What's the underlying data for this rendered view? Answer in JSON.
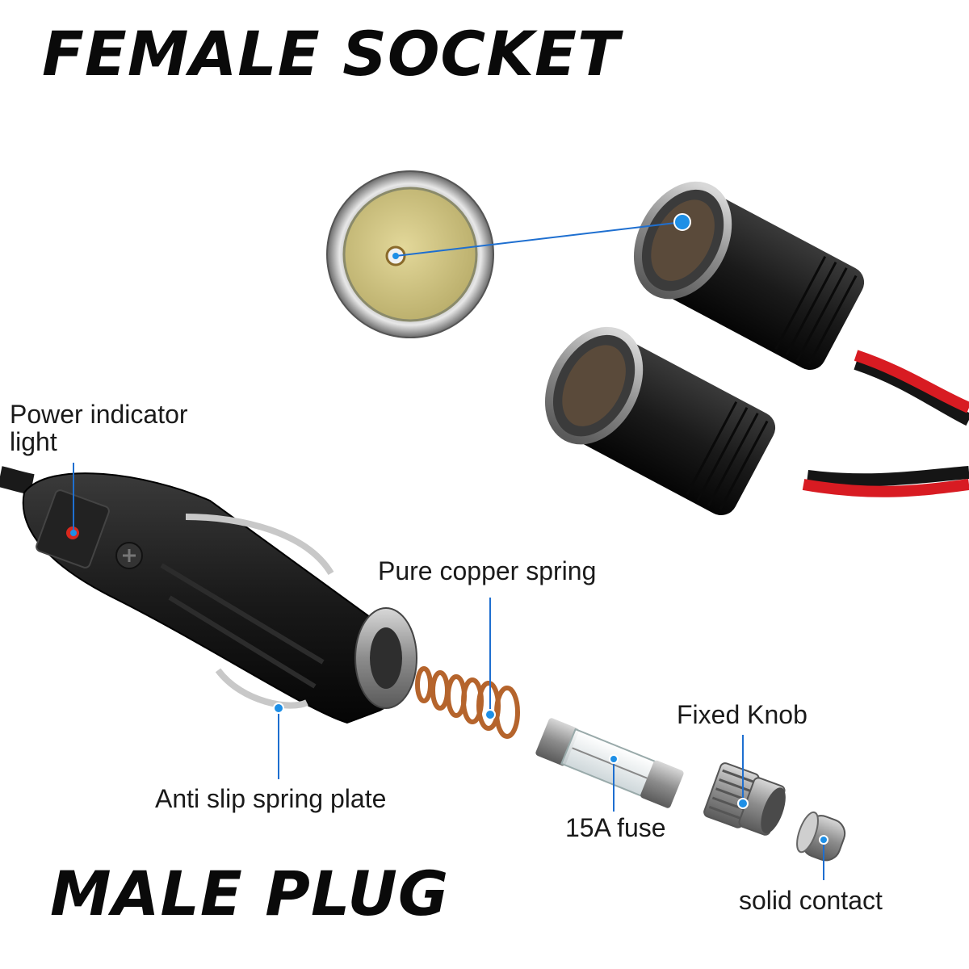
{
  "headings": {
    "female": "FEMALE SOCKET",
    "male": "MALE PLUG"
  },
  "callouts": {
    "power_indicator_line1": "Power indicator",
    "power_indicator_line2": "light",
    "copper_spring": "Pure copper spring",
    "anti_slip": "Anti slip spring plate",
    "fixed_knob": "Fixed Knob",
    "fuse": "15A fuse",
    "solid_contact": "solid contact"
  },
  "colors": {
    "callout_dot": "#1e8fe6",
    "callout_line": "#1e6fd0",
    "heading": "#0a0a0a",
    "red_wire": "#d81b22",
    "black_body": "#151515",
    "copper": "#b5642c",
    "socket_insert": "#d8cc8a"
  }
}
